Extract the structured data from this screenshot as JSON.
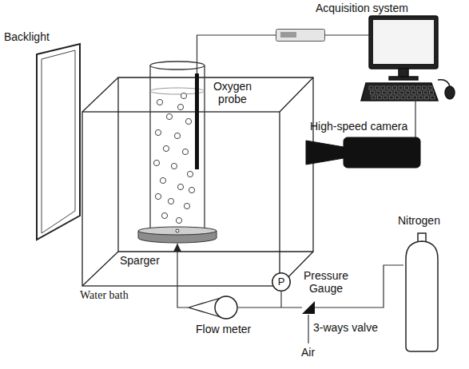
{
  "diagram": {
    "nodes": [
      {
        "text": [
          "Acquisition system"
        ]
      },
      {
        "text": [
          "Oxygen probe"
        ]
      },
      {
        "text": [
          "Nitrogen"
        ]
      },
      {
        "text": [
          "Sparger"
        ]
      },
      {
        "text": [
          "Pressure Gauge",
          "P"
        ]
      },
      {
        "text": [
          "Flow meter"
        ]
      },
      {
        "text": [
          "3-ways valve"
        ]
      }
    ],
    "edges": [
      {
        "from": 2,
        "to": 6,
        "arrow": "none"
      },
      {
        "from": 6,
        "to": 5,
        "arrow": "none"
      },
      {
        "from": 5,
        "to": 3,
        "arrow": "to"
      },
      {
        "from": 1,
        "to": 0,
        "arrow": "none"
      }
    ],
    "labels": [
      "Backlight",
      "High-speed camera",
      "Water bath",
      "Air"
    ]
  }
}
